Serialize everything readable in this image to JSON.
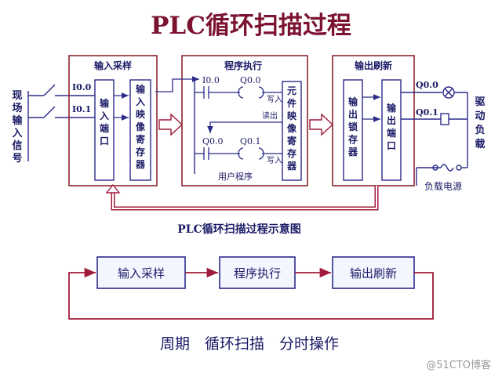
{
  "title": "PLC循环扫描过程",
  "watermark": "@51CTO博客",
  "field_input_label": [
    "现",
    "场",
    "输",
    "入",
    "信",
    "号"
  ],
  "drive_load_label": [
    "驱",
    "动",
    "负",
    "载"
  ],
  "input_sampling": {
    "heading": "输入采样",
    "inputs": [
      "I0.0",
      "I0.1"
    ],
    "terminal_label": [
      "输",
      "入",
      "端",
      "口"
    ],
    "image_register_label": [
      "输",
      "入",
      "映",
      "像",
      "寄",
      "存",
      "器"
    ]
  },
  "program_execution": {
    "heading": "程序执行",
    "rung1": {
      "contact": "I0.0",
      "coil": "Q0.0"
    },
    "rung2": {
      "contact": "Q0.0",
      "coil": "Q0.1"
    },
    "write_in": "写入",
    "read_out": "读出",
    "element_image_register_label": [
      "元",
      "件",
      "映",
      "像",
      "寄",
      "存",
      "器"
    ],
    "user_program": "用户程序"
  },
  "output_refresh": {
    "heading": "输出刷新",
    "outputs": [
      "Q0.0",
      "Q0.1"
    ],
    "latch_label": [
      "输",
      "出",
      "锁",
      "存",
      "器"
    ],
    "terminal_label": [
      "输",
      "出",
      "端",
      "口"
    ]
  },
  "load_power": "负载电源",
  "diagram_caption": "PLC循环扫描过程示意图",
  "cycle": {
    "steps": [
      "输入采样",
      "程序执行",
      "输出刷新"
    ],
    "caption": "周期　循环扫描　分时操作"
  },
  "colors": {
    "title": "#7b1230",
    "block_border": "#8b2430",
    "line": "#2b2b8a",
    "arrow": "#a01a3a",
    "text": "#1a1a66",
    "step_fill": "#f4f6ff"
  }
}
